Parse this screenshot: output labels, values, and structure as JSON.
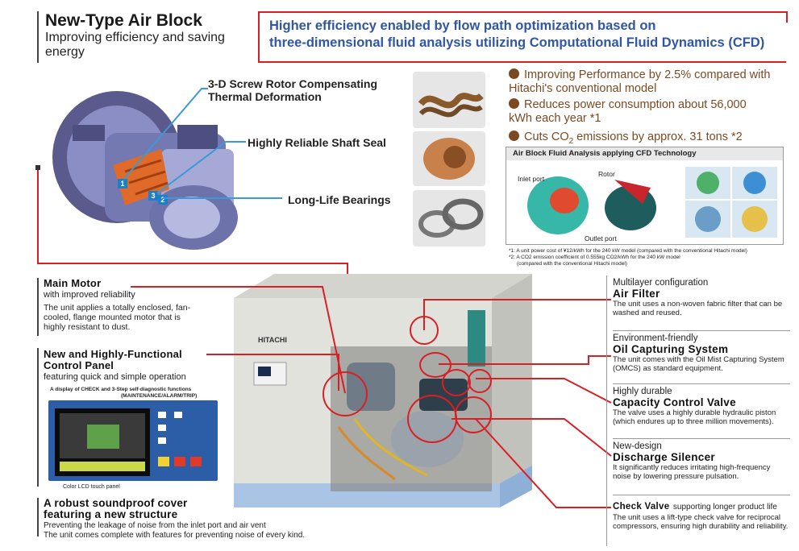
{
  "header": {
    "title": "New-Type Air Block",
    "subtitle": "Improving efficiency and saving energy"
  },
  "banner": {
    "line1": "Higher efficiency enabled by flow path optimization based on",
    "line2": "three-dimensional fluid analysis utilizing Computational Fluid Dynamics (CFD)"
  },
  "features": [
    {
      "text": "Improving Performance by 2.5% compared with Hitachi's conventional model"
    },
    {
      "text": "Reduces power consumption about 56,000 kWh each year *1"
    },
    {
      "text_pre": "Cuts CO",
      "text_sub": "2",
      "text_post": " emissions by approx. 31 tons *2"
    }
  ],
  "rotor_labels": {
    "rotor": "3-D Screw Rotor Compensating Thermal Deformation",
    "seal": "Highly Reliable Shaft Seal",
    "bearings": "Long-Life Bearings",
    "num1": "1",
    "num2": "2",
    "num3": "3"
  },
  "cfd": {
    "title": "Air Block Fluid Analysis applying CFD Technology",
    "inlet": "Inlet port",
    "rotor": "Rotor",
    "outlet": "Outlet port",
    "note1": "*1: A unit power cost of ¥12/kWh for the 240 kW model (compared with the conventional Hitachi model)",
    "note2": "*2: A CO2 emission coefficient of 0.555kg CO2/kWh for the 240 kW model",
    "note3": "(compared with the conventional Hitachi model)"
  },
  "left_sections": {
    "motor_head": "Main Motor",
    "motor_sub": "with improved reliability",
    "motor_body": "The unit applies a totally enclosed, fan-cooled, flange mounted motor that is highly resistant to dust.",
    "panel_head1": "New and Highly-Functional",
    "panel_head2": "Control Panel",
    "panel_sub": "featuring quick and simple operation",
    "panel_note1": "A display of CHECK and 3-Step self-diagnostic functions",
    "panel_note2": "(MAINTENANCE/ALARM/TRIP)",
    "lcd_caption": "Color LCD touch panel",
    "cover_head1": "A robust soundproof cover",
    "cover_head2": "featuring a new structure",
    "cover_body1": "Preventing the leakage of noise from the inlet port and air vent",
    "cover_body2": "The unit comes complete with features for preventing noise of every kind."
  },
  "machine": {
    "brand": "HITACHI"
  },
  "right_sections": [
    {
      "sub": "Multilayer configuration",
      "head": "Air Filter",
      "body": "The unit uses a non-woven fabric filter that can be washed and reused."
    },
    {
      "sub": "Environment-friendly",
      "head": "Oil Capturing System",
      "body": "The unit comes with the Oil Mist Capturing System (OMCS) as standard equipment."
    },
    {
      "sub": "Highly durable",
      "head": "Capacity Control Valve",
      "body": "The valve uses a highly durable hydraulic piston (which endures up to three million movements)."
    },
    {
      "sub": "New-design",
      "head": "Discharge Silencer",
      "body": "It significantly reduces irritating high-frequency noise by lowering pressure pulsation."
    },
    {
      "head": "Check Valve",
      "sub_inline": "supporting longer product life",
      "body": "The unit uses a lift-type check valve for reciprocal compressors, ensuring high durability and reliability."
    }
  ]
}
